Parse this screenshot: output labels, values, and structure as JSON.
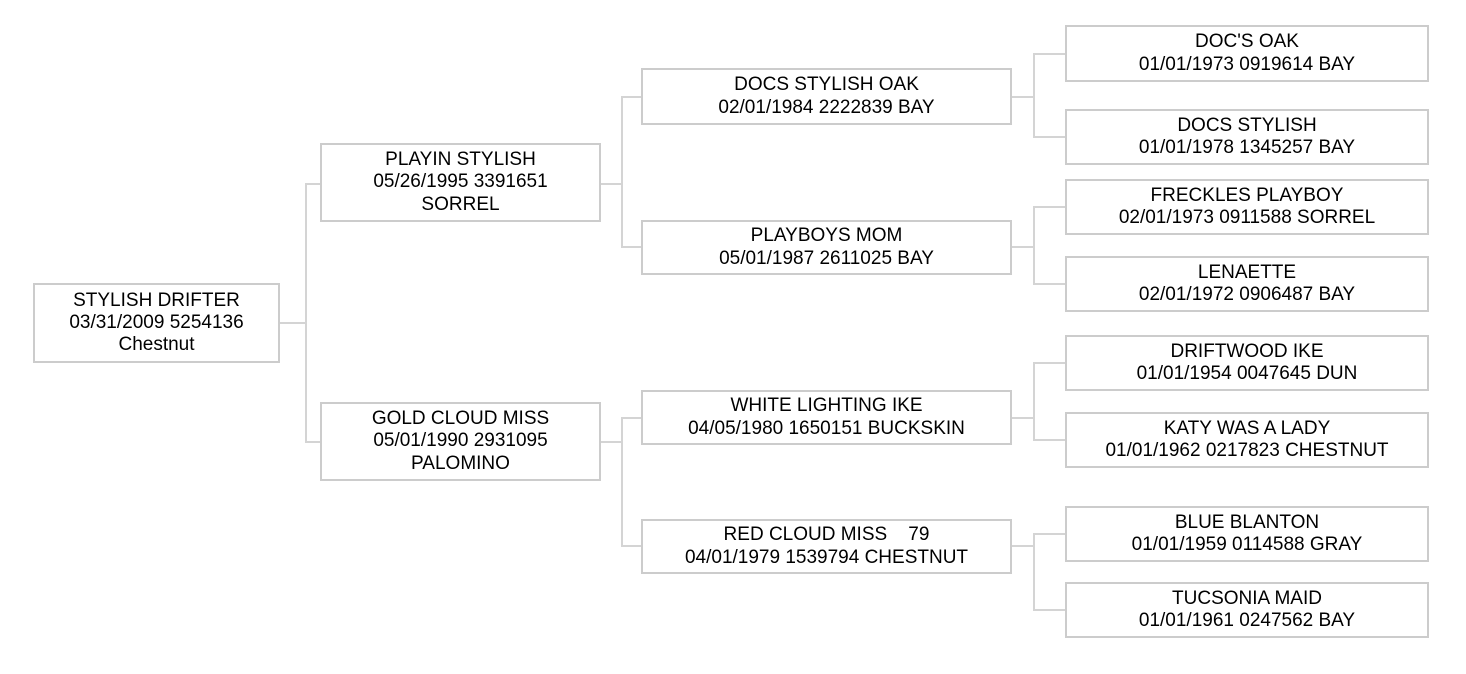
{
  "chart_data": {
    "type": "diagram",
    "diagram_kind": "pedigree-tree",
    "title": "",
    "orientation": "left-to-right",
    "generations": 4,
    "colors": {
      "box_border": "#cccccc",
      "box_fill": "#ffffff",
      "connector": "#d4d4d4",
      "text": "#000000",
      "background": "#ffffff"
    },
    "nodes": [
      {
        "id": "root",
        "generation": 0,
        "name": "STYLISH DRIFTER",
        "details": "03/31/2009 5254136",
        "color": "Chestnut",
        "date": "03/31/2009",
        "registration": "5254136",
        "lines": [
          "STYLISH DRIFTER",
          "03/31/2009 5254136",
          "Chestnut"
        ]
      },
      {
        "id": "sire",
        "generation": 1,
        "name": "PLAYIN STYLISH",
        "details": "05/26/1995 3391651",
        "color": "SORREL",
        "date": "05/26/1995",
        "registration": "3391651",
        "lines": [
          "PLAYIN STYLISH",
          "05/26/1995 3391651",
          "SORREL"
        ]
      },
      {
        "id": "dam",
        "generation": 1,
        "name": "GOLD CLOUD MISS",
        "details": "05/01/1990 2931095",
        "color": "PALOMINO",
        "date": "05/01/1990",
        "registration": "2931095",
        "lines": [
          "GOLD CLOUD MISS",
          "05/01/1990 2931095",
          "PALOMINO"
        ]
      },
      {
        "id": "sire-sire",
        "generation": 2,
        "name": "DOCS STYLISH OAK",
        "details": "02/01/1984 2222839 BAY",
        "color": "BAY",
        "date": "02/01/1984",
        "registration": "2222839",
        "lines": [
          "DOCS STYLISH OAK",
          "02/01/1984 2222839 BAY"
        ]
      },
      {
        "id": "sire-dam",
        "generation": 2,
        "name": "PLAYBOYS MOM",
        "details": "05/01/1987 2611025 BAY",
        "color": "BAY",
        "date": "05/01/1987",
        "registration": "2611025",
        "lines": [
          "PLAYBOYS MOM",
          "05/01/1987 2611025 BAY"
        ]
      },
      {
        "id": "dam-sire",
        "generation": 2,
        "name": "WHITE LIGHTING IKE",
        "details": "04/05/1980 1650151 BUCKSKIN",
        "color": "BUCKSKIN",
        "date": "04/05/1980",
        "registration": "1650151",
        "lines": [
          "WHITE LIGHTING IKE",
          "04/05/1980 1650151 BUCKSKIN"
        ]
      },
      {
        "id": "dam-dam",
        "generation": 2,
        "name": "RED CLOUD MISS    79",
        "details": "04/01/1979 1539794 CHESTNUT",
        "color": "CHESTNUT",
        "date": "04/01/1979",
        "registration": "1539794",
        "lines": [
          "RED CLOUD MISS    79",
          "04/01/1979 1539794 CHESTNUT"
        ]
      },
      {
        "id": "ss-sire",
        "generation": 3,
        "name": "DOC'S OAK",
        "details": "01/01/1973 0919614 BAY",
        "color": "BAY",
        "date": "01/01/1973",
        "registration": "0919614",
        "lines": [
          "DOC'S OAK",
          "01/01/1973 0919614 BAY"
        ]
      },
      {
        "id": "ss-dam",
        "generation": 3,
        "name": "DOCS STYLISH",
        "details": "01/01/1978 1345257 BAY",
        "color": "BAY",
        "date": "01/01/1978",
        "registration": "1345257",
        "lines": [
          "DOCS STYLISH",
          "01/01/1978 1345257 BAY"
        ]
      },
      {
        "id": "sd-sire",
        "generation": 3,
        "name": "FRECKLES PLAYBOY",
        "details": "02/01/1973 0911588 SORREL",
        "color": "SORREL",
        "date": "02/01/1973",
        "registration": "0911588",
        "lines": [
          "FRECKLES PLAYBOY",
          "02/01/1973 0911588 SORREL"
        ]
      },
      {
        "id": "sd-dam",
        "generation": 3,
        "name": "LENAETTE",
        "details": "02/01/1972 0906487 BAY",
        "color": "BAY",
        "date": "02/01/1972",
        "registration": "0906487",
        "lines": [
          "LENAETTE",
          "02/01/1972 0906487 BAY"
        ]
      },
      {
        "id": "ds-sire",
        "generation": 3,
        "name": "DRIFTWOOD IKE",
        "details": "01/01/1954 0047645 DUN",
        "color": "DUN",
        "date": "01/01/1954",
        "registration": "0047645",
        "lines": [
          "DRIFTWOOD IKE",
          "01/01/1954 0047645 DUN"
        ]
      },
      {
        "id": "ds-dam",
        "generation": 3,
        "name": "KATY WAS A LADY",
        "details": "01/01/1962 0217823 CHESTNUT",
        "color": "CHESTNUT",
        "date": "01/01/1962",
        "registration": "0217823",
        "lines": [
          "KATY WAS A LADY",
          "01/01/1962 0217823 CHESTNUT"
        ]
      },
      {
        "id": "dd-sire",
        "generation": 3,
        "name": "BLUE BLANTON",
        "details": "01/01/1959 0114588 GRAY",
        "color": "GRAY",
        "date": "01/01/1959",
        "registration": "0114588",
        "lines": [
          "BLUE BLANTON",
          "01/01/1959 0114588 GRAY"
        ]
      },
      {
        "id": "dd-dam",
        "generation": 3,
        "name": "TUCSONIA MAID",
        "details": "01/01/1961 0247562 BAY",
        "color": "BAY",
        "date": "01/01/1961",
        "registration": "0247562",
        "lines": [
          "TUCSONIA MAID",
          "01/01/1961 0247562 BAY"
        ]
      }
    ]
  }
}
